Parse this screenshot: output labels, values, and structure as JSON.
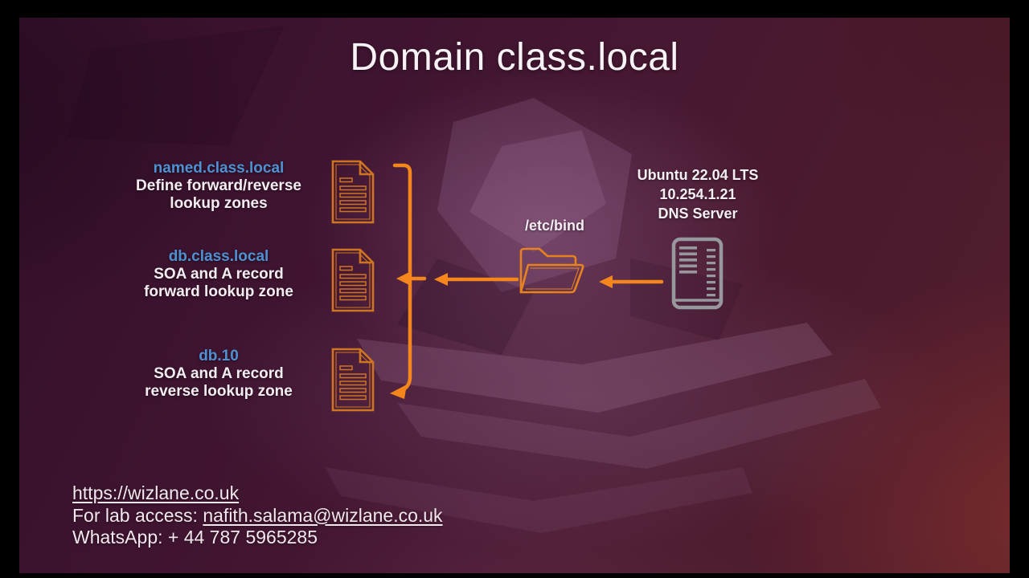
{
  "slide": {
    "title": "Domain class.local"
  },
  "colors": {
    "accent_orange": "#f5861c",
    "doc_icon_orange": "#cf7420",
    "link_blue": "#4e91d3",
    "server_gray": "#97989d",
    "background_base": "#471831"
  },
  "zone_files": [
    {
      "name": "named.class.local",
      "desc": [
        "Define forward/reverse",
        "lookup zones"
      ]
    },
    {
      "name": "db.class.local",
      "desc": [
        "SOA and A record",
        "forward lookup zone"
      ]
    },
    {
      "name": "db.10",
      "desc": [
        "SOA and A record",
        "reverse lookup zone"
      ]
    }
  ],
  "folder": {
    "label": "/etc/bind"
  },
  "server": {
    "lines": [
      "Ubuntu 22.04 LTS",
      "10.254.1.21",
      "DNS Server"
    ]
  },
  "footer": {
    "website": "https://wizlane.co.uk",
    "lab_access_prefix": "For lab access: ",
    "lab_access_email": "nafith.salama@wizlane.co.uk",
    "whatsapp": "WhatsApp: + 44 787 5965285"
  }
}
